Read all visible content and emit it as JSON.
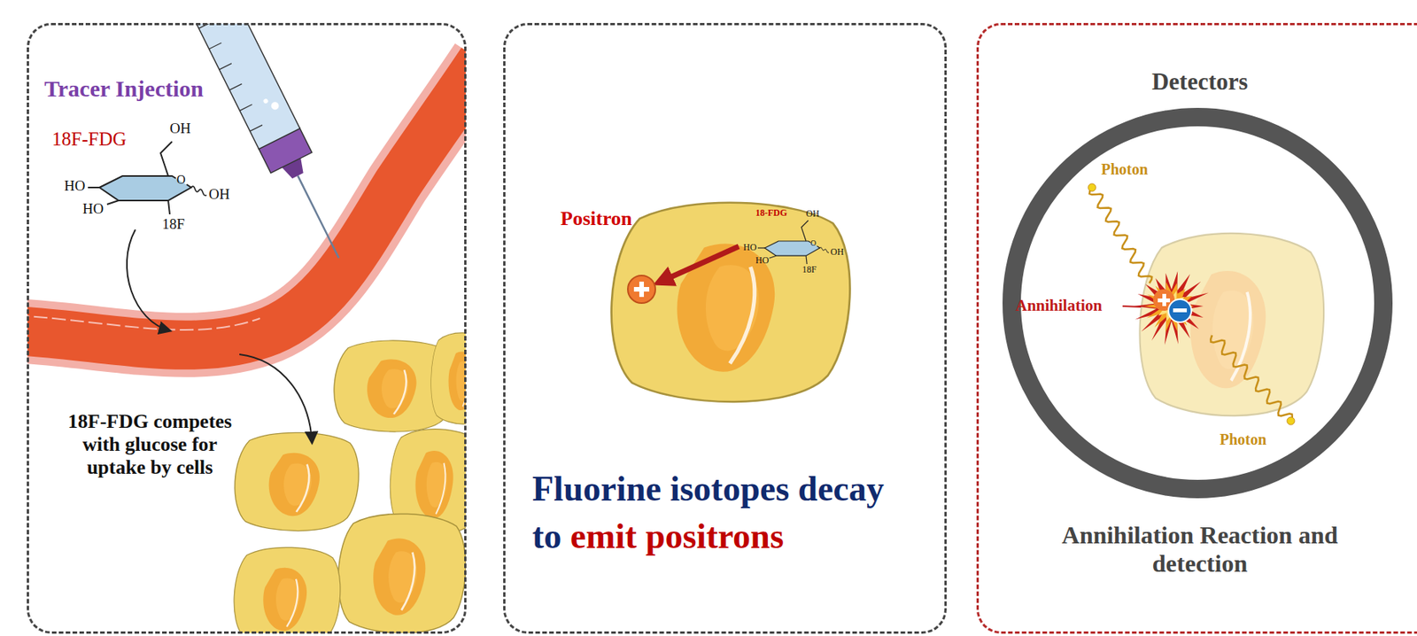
{
  "diagram": {
    "nodes": [
      {
        "text": [
          "Tracer Injection",
          "18F-FDG competes with glucose for uptake by cells"
        ]
      },
      {
        "text": [
          "Fluorine isotopes decay",
          "to",
          "emit positrons"
        ]
      },
      {
        "text": [
          "Detectors",
          "Annihilation Reaction and detection"
        ]
      }
    ],
    "labels": [
      "18F-FDG",
      "OH",
      "HO",
      "HO",
      "O",
      "18F",
      "OH",
      "Positron",
      "18-FDG",
      "OH",
      "HO",
      "HO",
      "O",
      "18F",
      "OH",
      "Photon",
      "Annihilation",
      "Photon"
    ]
  }
}
